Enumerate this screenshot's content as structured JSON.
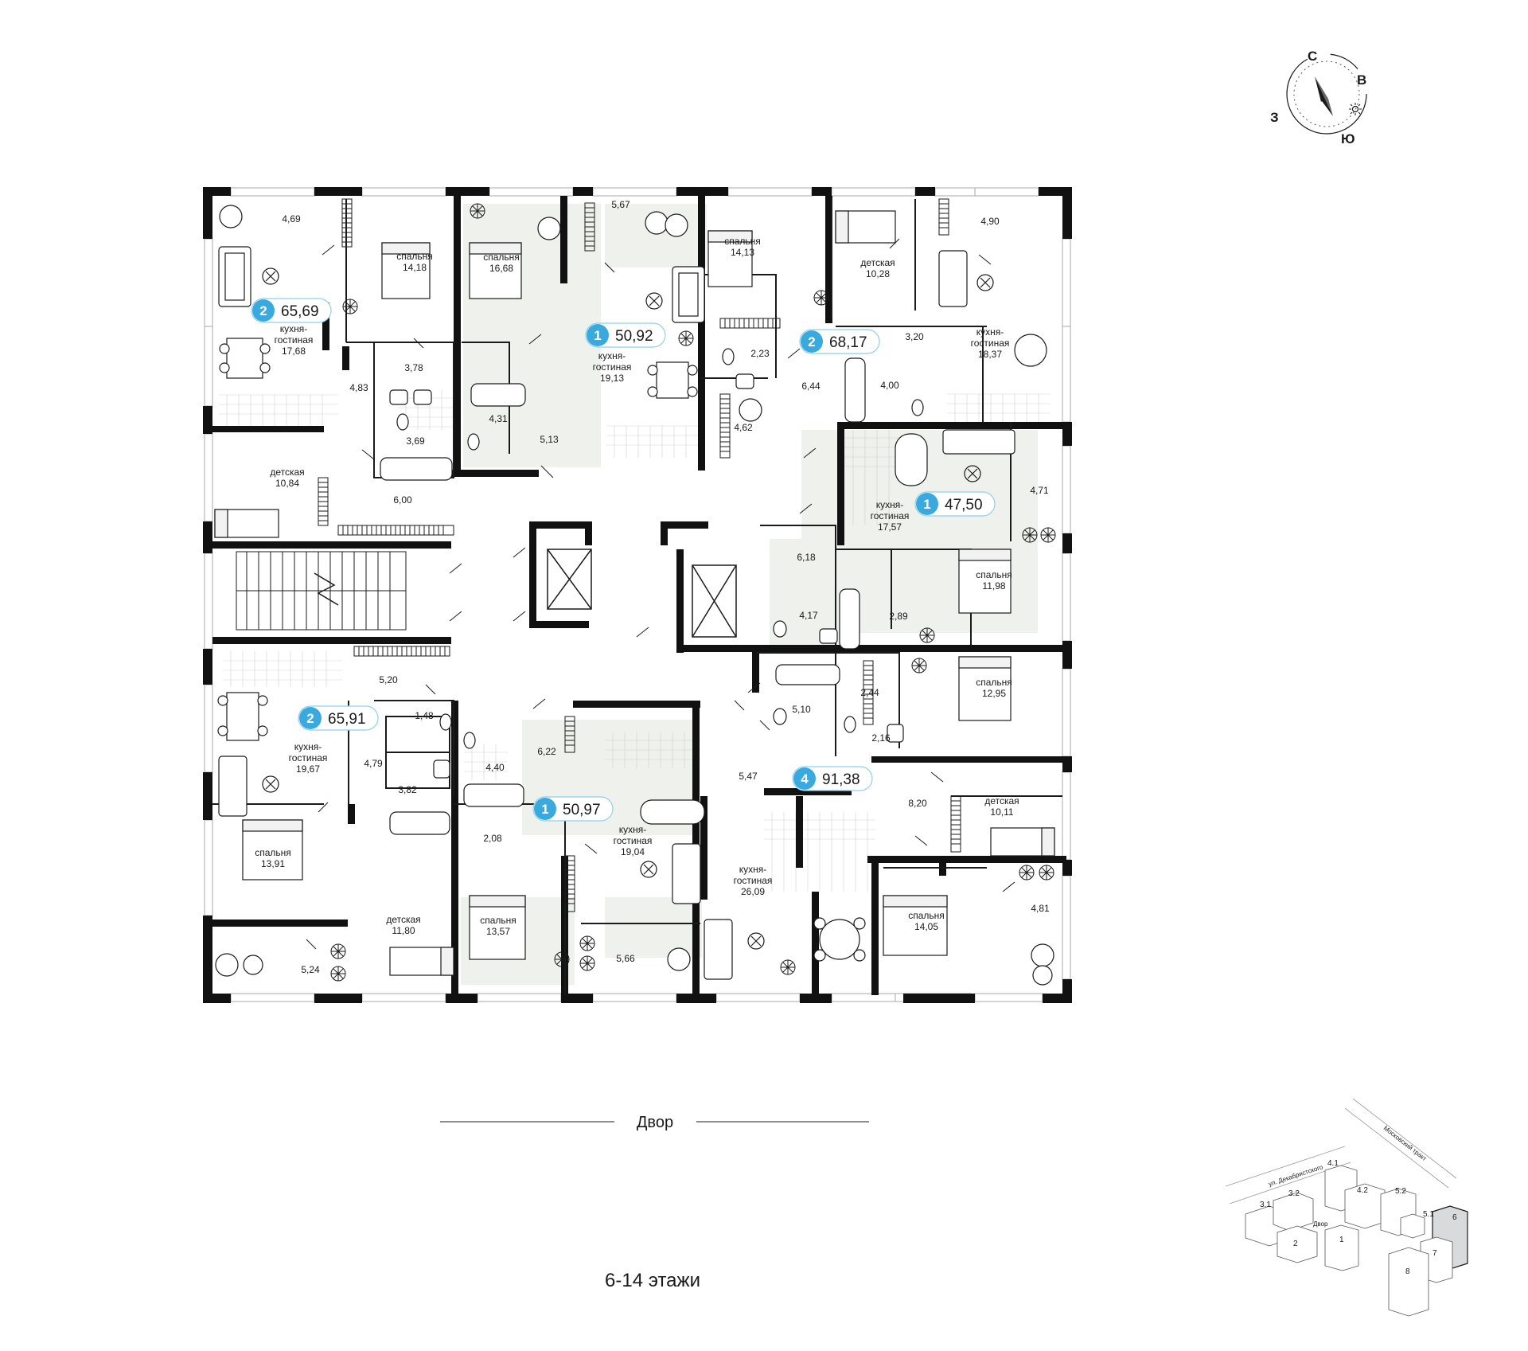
{
  "compass": {
    "north": "С",
    "east": "В",
    "south": "Ю",
    "west": "З",
    "icon": "compass-icon",
    "sun_icon": "sun-icon"
  },
  "colors": {
    "badge": "#3aa9de",
    "badge_outline": "#8fcfee",
    "wall": "#111111",
    "shade": "#eef1ec"
  },
  "apartments": [
    {
      "rooms": "2",
      "area": "65,69"
    },
    {
      "rooms": "1",
      "area": "50,92"
    },
    {
      "rooms": "2",
      "area": "68,17"
    },
    {
      "rooms": "1",
      "area": "47,50"
    },
    {
      "rooms": "2",
      "area": "65,91"
    },
    {
      "rooms": "1",
      "area": "50,97"
    },
    {
      "rooms": "4",
      "area": "91,38"
    }
  ],
  "rooms": [
    {
      "name": "",
      "area": "4,69"
    },
    {
      "name": "спальня",
      "area": "14,18"
    },
    {
      "name": "спальня",
      "area": "16,68"
    },
    {
      "name": "",
      "area": "5,67"
    },
    {
      "name": "спальня",
      "area": "14,13"
    },
    {
      "name": "детская",
      "area": "10,28"
    },
    {
      "name": "",
      "area": "4,90"
    },
    {
      "name": "кухня-\nгостиная",
      "area": "17,68"
    },
    {
      "name": "",
      "area": "3,78"
    },
    {
      "name": "",
      "area": "4,83"
    },
    {
      "name": "",
      "area": "2,23"
    },
    {
      "name": "",
      "area": "3,20"
    },
    {
      "name": "кухня-\nгостиная",
      "area": "18,37"
    },
    {
      "name": "кухня-\nгостиная",
      "area": "19,13"
    },
    {
      "name": "",
      "area": "4,00"
    },
    {
      "name": "",
      "area": "6,44"
    },
    {
      "name": "",
      "area": "4,31"
    },
    {
      "name": "",
      "area": "3,69"
    },
    {
      "name": "",
      "area": "5,13"
    },
    {
      "name": "",
      "area": "4,62"
    },
    {
      "name": "детская",
      "area": "10,84"
    },
    {
      "name": "",
      "area": "4,71"
    },
    {
      "name": "",
      "area": "6,00"
    },
    {
      "name": "кухня-\nгостиная",
      "area": "17,57"
    },
    {
      "name": "",
      "area": "6,18"
    },
    {
      "name": "спальня",
      "area": "11,98"
    },
    {
      "name": "",
      "area": "4,17"
    },
    {
      "name": "",
      "area": "2,89"
    },
    {
      "name": "",
      "area": "5,20"
    },
    {
      "name": "спальня",
      "area": "12,95"
    },
    {
      "name": "",
      "area": "2,44"
    },
    {
      "name": "",
      "area": "1,48"
    },
    {
      "name": "",
      "area": "5,10"
    },
    {
      "name": "",
      "area": "2,16"
    },
    {
      "name": "",
      "area": "6,22"
    },
    {
      "name": "",
      "area": "4,40"
    },
    {
      "name": "",
      "area": "5,47"
    },
    {
      "name": "кухня-\nгостиная",
      "area": "19,67"
    },
    {
      "name": "",
      "area": "4,79"
    },
    {
      "name": "",
      "area": "3,82"
    },
    {
      "name": "",
      "area": "8,20"
    },
    {
      "name": "детская",
      "area": "10,11"
    },
    {
      "name": "",
      "area": "2,08"
    },
    {
      "name": "кухня-\nгостиная",
      "area": "19,04"
    },
    {
      "name": "спальня",
      "area": "13,91"
    },
    {
      "name": "кухня-\nгостиная",
      "area": "26,09"
    },
    {
      "name": "детская",
      "area": "11,80"
    },
    {
      "name": "спальня",
      "area": "13,57"
    },
    {
      "name": "спальня",
      "area": "14,05"
    },
    {
      "name": "",
      "area": "4,81"
    },
    {
      "name": "",
      "area": "5,66"
    },
    {
      "name": "",
      "area": "5,24"
    }
  ],
  "yard_label": "Двор",
  "floors_label": "6-14 этажи",
  "site_map": {
    "street_1": "ул. Декабристского",
    "street_2": "Московский тракт",
    "yard": "Двор",
    "buildings": [
      "3.1",
      "3.2",
      "4.1",
      "4.2",
      "5.2",
      "5.1",
      "6",
      "2",
      "1",
      "7",
      "8"
    ],
    "highlighted": "6"
  }
}
